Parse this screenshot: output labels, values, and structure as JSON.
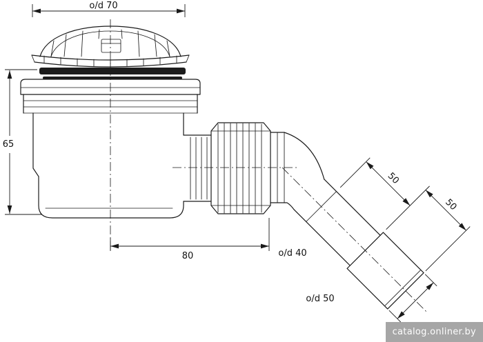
{
  "watermark": {
    "text": "catalog.onliner.by"
  },
  "diagram": {
    "labels": {
      "top_diameter": "o/d 70",
      "body_height": "65",
      "base_length": "80",
      "outlet_diameter": "o/d 40",
      "pipe_segment_upper": "50",
      "pipe_segment_lower": "50",
      "socket_diameter": "o/d 50"
    },
    "colors": {
      "line": "#1a1a1a",
      "background": "#ffffff",
      "gasket": "#1c1c1c",
      "watermark_background": "#969696",
      "watermark_text": "#fdfdfd"
    }
  }
}
